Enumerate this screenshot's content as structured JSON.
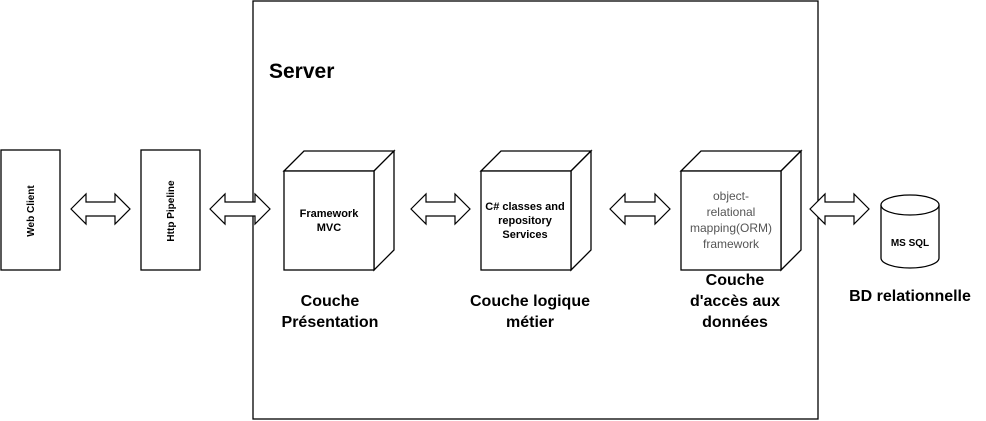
{
  "diagram": {
    "server_title": "Server",
    "web_client": "Web Client",
    "http_pipeline": "Http Pipeline",
    "presentation": {
      "box_line1": "Framework",
      "box_line2": "MVC",
      "caption_line1": "Couche",
      "caption_line2": "Présentation"
    },
    "business": {
      "box_line1": "C# classes and",
      "box_line2": "repository",
      "box_line3": "Services",
      "caption_line1": "Couche logique",
      "caption_line2": "métier"
    },
    "data_access": {
      "box_line1": "object-",
      "box_line2": "relational",
      "box_line3": "mapping(ORM)",
      "box_line4": "framework",
      "caption_line1": "Couche",
      "caption_line2": "d'accès aux",
      "caption_line3": "données"
    },
    "database": {
      "label": "MS SQL",
      "caption": "BD relationnelle"
    }
  }
}
